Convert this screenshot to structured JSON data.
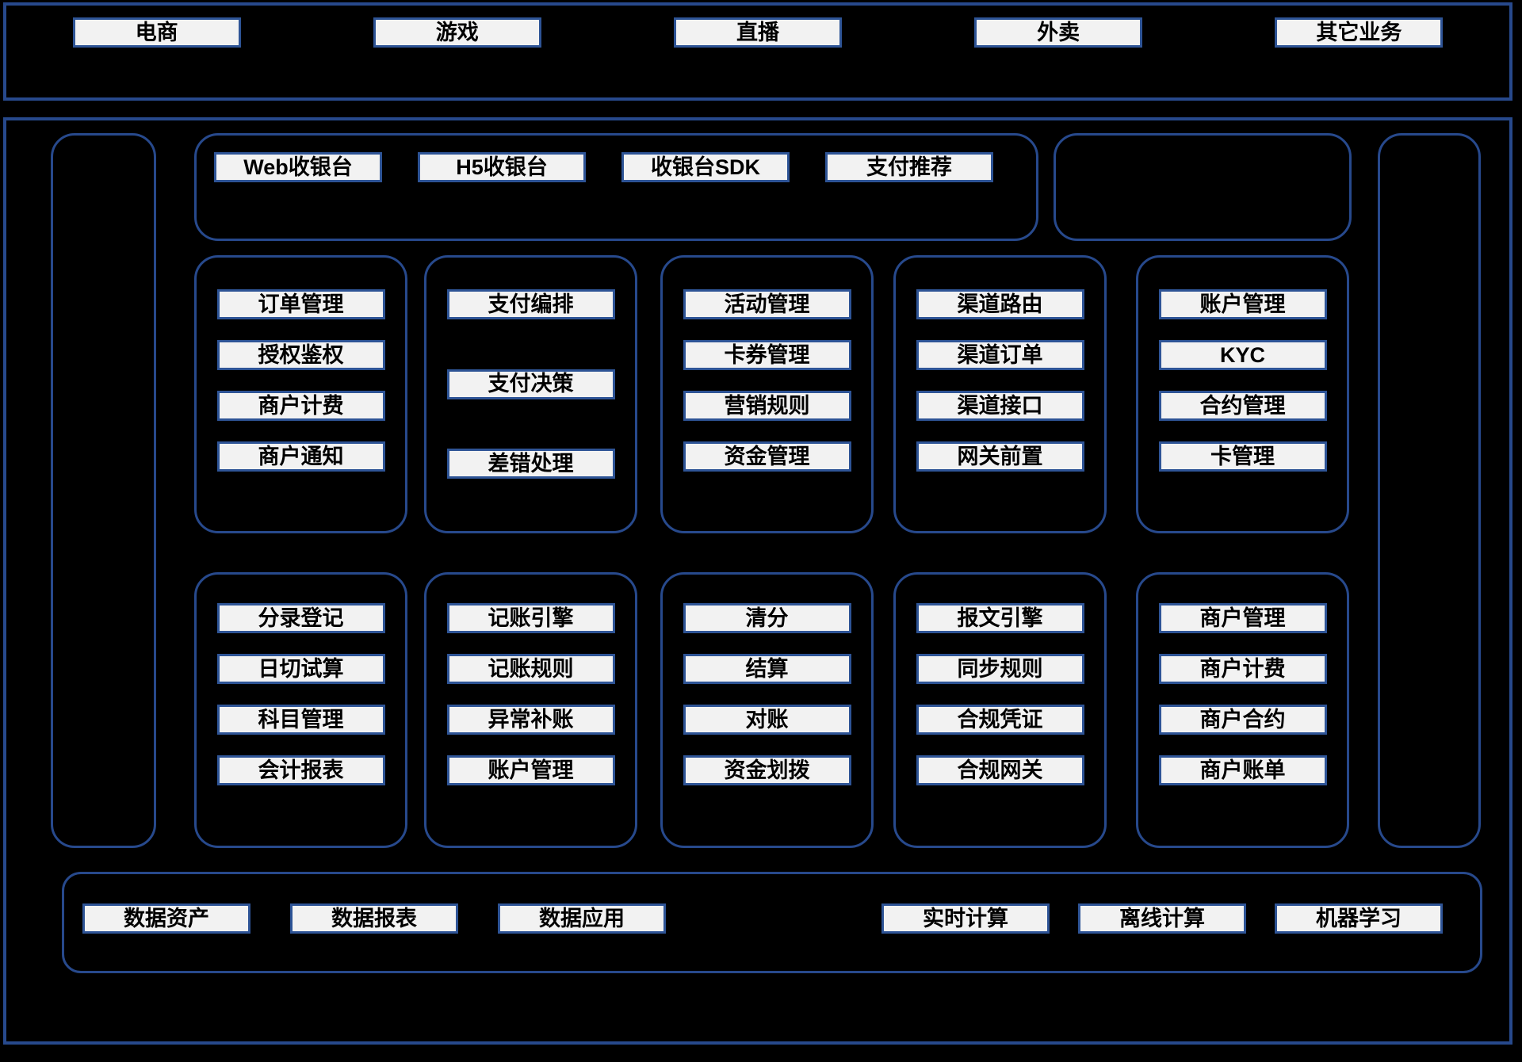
{
  "colors": {
    "background": "#000000",
    "container_border": "#27498c",
    "label_border": "#2e5496",
    "label_fill": "#f2f2f2",
    "label_text": "#000000"
  },
  "layers": {
    "business": {
      "items": [
        "电商",
        "游戏",
        "直播",
        "外卖",
        "其它业务"
      ]
    },
    "checkout": {
      "items": [
        "Web收银台",
        "H5收银台",
        "收银台SDK",
        "支付推荐"
      ]
    },
    "core_groups": [
      {
        "items": [
          "订单管理",
          "授权鉴权",
          "商户计费",
          "商户通知"
        ]
      },
      {
        "items": [
          "支付编排",
          "支付决策",
          "差错处理"
        ]
      },
      {
        "items": [
          "活动管理",
          "卡券管理",
          "营销规则",
          "资金管理"
        ]
      },
      {
        "items": [
          "渠道路由",
          "渠道订单",
          "渠道接口",
          "网关前置"
        ]
      },
      {
        "items": [
          "账户管理",
          "KYC",
          "合约管理",
          "卡管理"
        ]
      }
    ],
    "support_groups": [
      {
        "items": [
          "分录登记",
          "日切试算",
          "科目管理",
          "会计报表"
        ]
      },
      {
        "items": [
          "记账引擎",
          "记账规则",
          "异常补账",
          "账户管理"
        ]
      },
      {
        "items": [
          "清分",
          "结算",
          "对账",
          "资金划拨"
        ]
      },
      {
        "items": [
          "报文引擎",
          "同步规则",
          "合规凭证",
          "合规网关"
        ]
      },
      {
        "items": [
          "商户管理",
          "商户计费",
          "商户合约",
          "商户账单"
        ]
      }
    ],
    "data_platform": {
      "left_items": [
        "数据资产",
        "数据报表",
        "数据应用"
      ],
      "right_items": [
        "实时计算",
        "离线计算",
        "机器学习"
      ]
    }
  }
}
